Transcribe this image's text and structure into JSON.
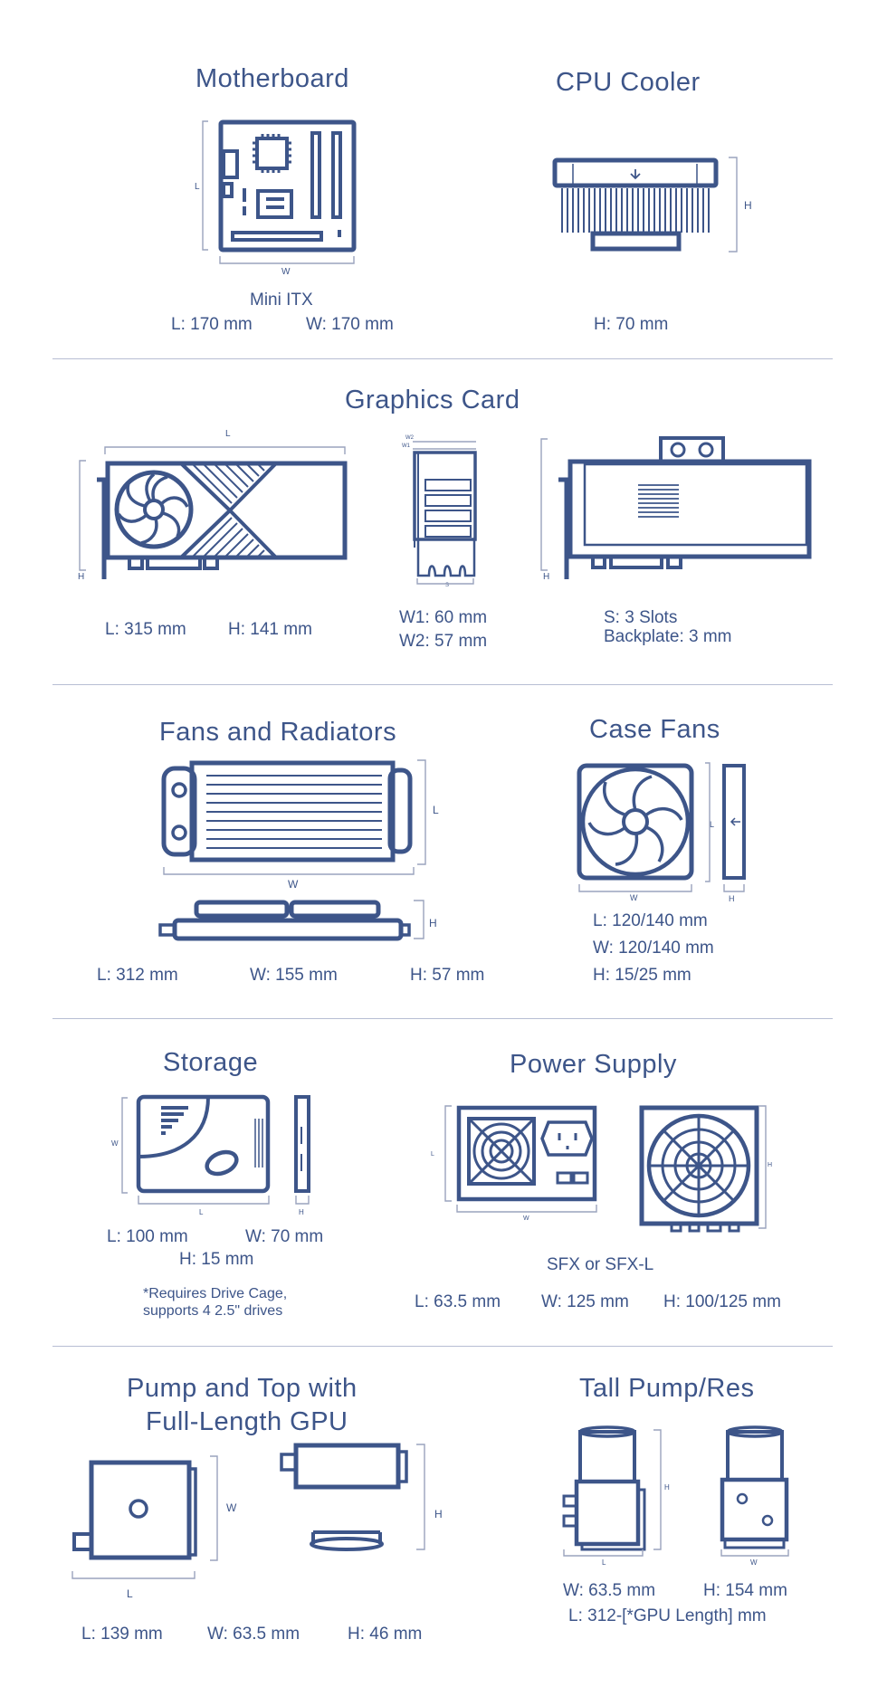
{
  "colors": {
    "ink": "#3d5589",
    "rule": "#b7bed3",
    "bg": "#ffffff"
  },
  "motherboard": {
    "title": "Motherboard",
    "form_factor": "Mini ITX",
    "length": "L: 170 mm",
    "width": "W: 170 mm",
    "dim_l": "L",
    "dim_w": "W"
  },
  "cpu_cooler": {
    "title": "CPU Cooler",
    "height": "H:  70 mm",
    "dim_h": "H"
  },
  "graphics_card": {
    "title": "Graphics Card",
    "length": "L: 315 mm",
    "height": "H: 141 mm",
    "w1": "W1: 60 mm",
    "w2": "W2: 57 mm",
    "slots": "S: 3 Slots",
    "backplate": "Backplate: 3 mm",
    "dim_l": "L",
    "dim_h": "H",
    "dim_w1": "W1",
    "dim_w2": "W2",
    "dim_s": "S"
  },
  "fans_radiators": {
    "title": "Fans and Radiators",
    "length": "L: 312 mm",
    "width": "W: 155 mm",
    "height": "H: 57 mm",
    "dim_l": "L",
    "dim_w": "W",
    "dim_h": "H"
  },
  "case_fans": {
    "title": "Case Fans",
    "length": "L:  120/140 mm",
    "width": "W:  120/140 mm",
    "height": "H:  15/25 mm",
    "dim_l": "L",
    "dim_w": "W",
    "dim_h": "H"
  },
  "storage": {
    "title": "Storage",
    "length": "L: 100 mm",
    "width": "W: 70 mm",
    "height": "H: 15 mm",
    "note_line1": "*Requires Drive Cage,",
    "note_line2": "supports 4 2.5\" drives",
    "dim_l": "L",
    "dim_w": "W",
    "dim_h": "H"
  },
  "power_supply": {
    "title": "Power Supply",
    "form_factor": "SFX or SFX-L",
    "length": "L: 63.5 mm",
    "width": "W: 125 mm",
    "height": "H: 100/125 mm",
    "dim_l": "L",
    "dim_w": "W",
    "dim_h": "H"
  },
  "pump_top": {
    "title_line1": "Pump and Top with",
    "title_line2": "Full-Length GPU",
    "length": "L: 139 mm",
    "width": "W: 63.5 mm",
    "height": "H: 46 mm",
    "dim_l": "L",
    "dim_w": "W",
    "dim_h": "H"
  },
  "tall_pump": {
    "title": "Tall Pump/Res",
    "width": "W: 63.5 mm",
    "height": "H: 154 mm",
    "length": "L: 312-[*GPU Length] mm",
    "dim_l": "L",
    "dim_w": "W",
    "dim_h": "H"
  }
}
